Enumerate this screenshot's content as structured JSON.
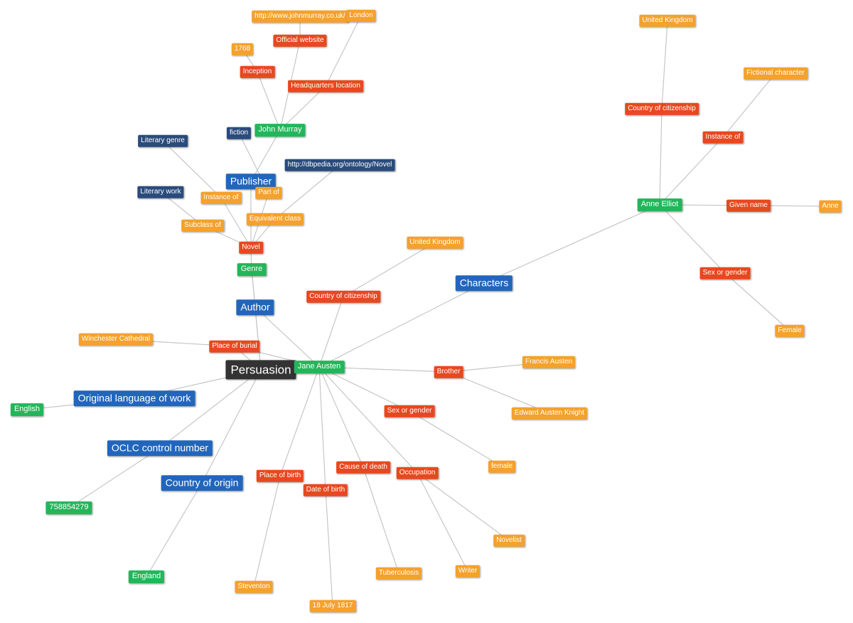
{
  "nodes": [
    {
      "id": "persuasion",
      "label": "Persuasion",
      "kind": "root"
    },
    {
      "id": "author",
      "label": "Author",
      "kind": "blue"
    },
    {
      "id": "publisher",
      "label": "Publisher",
      "kind": "blue"
    },
    {
      "id": "characters",
      "label": "Characters",
      "kind": "blue"
    },
    {
      "id": "orig_lang",
      "label": "Original language of work",
      "kind": "blue"
    },
    {
      "id": "oclc",
      "label": "OCLC control number",
      "kind": "blue"
    },
    {
      "id": "country_origin",
      "label": "Country of origin",
      "kind": "blue"
    },
    {
      "id": "genre",
      "label": "Genre",
      "kind": "green"
    },
    {
      "id": "jane_austen",
      "label": "Jane Austen",
      "kind": "green"
    },
    {
      "id": "john_murray",
      "label": "John Murray",
      "kind": "green"
    },
    {
      "id": "anne_elliot",
      "label": "Anne Elliot",
      "kind": "green"
    },
    {
      "id": "english",
      "label": "English",
      "kind": "green"
    },
    {
      "id": "oclc_num",
      "label": "758854279",
      "kind": "green"
    },
    {
      "id": "england",
      "label": "England",
      "kind": "green"
    },
    {
      "id": "fiction",
      "label": "fiction",
      "kind": "dark"
    },
    {
      "id": "literary_genre",
      "label": "Literary genre",
      "kind": "dark"
    },
    {
      "id": "literary_work",
      "label": "Literary work",
      "kind": "dark"
    },
    {
      "id": "dbpedia_novel",
      "label": "http://dbpedia.org/ontology/Novel",
      "kind": "dark"
    },
    {
      "id": "novel",
      "label": "Novel",
      "kind": "red"
    },
    {
      "id": "official_website",
      "label": "Official website",
      "kind": "red"
    },
    {
      "id": "inception",
      "label": "Inception",
      "kind": "red"
    },
    {
      "id": "hq_location",
      "label": "Headquarters location",
      "kind": "red"
    },
    {
      "id": "coc_anne",
      "label": "Country of citizenship",
      "kind": "red"
    },
    {
      "id": "instance_of_anne",
      "label": "Instance of",
      "kind": "red"
    },
    {
      "id": "given_name",
      "label": "Given name",
      "kind": "red"
    },
    {
      "id": "sex_anne",
      "label": "Sex or gender",
      "kind": "red"
    },
    {
      "id": "coc_jane",
      "label": "Country of citizenship",
      "kind": "red"
    },
    {
      "id": "place_burial",
      "label": "Place of burial",
      "kind": "red"
    },
    {
      "id": "brother",
      "label": "Brother",
      "kind": "red"
    },
    {
      "id": "sex_jane",
      "label": "Sex or gender",
      "kind": "red"
    },
    {
      "id": "place_birth",
      "label": "Place of birth",
      "kind": "red"
    },
    {
      "id": "date_birth",
      "label": "Date of birth",
      "kind": "red"
    },
    {
      "id": "cause_death",
      "label": "Cause of death",
      "kind": "red"
    },
    {
      "id": "occupation",
      "label": "Occupation",
      "kind": "red"
    },
    {
      "id": "jm_url",
      "label": "http://www.johnmurray.co.uk/",
      "kind": "orange"
    },
    {
      "id": "london",
      "label": "London",
      "kind": "orange"
    },
    {
      "id": "y1768",
      "label": "1768",
      "kind": "orange"
    },
    {
      "id": "instance_of_novel",
      "label": "Instance of",
      "kind": "orange"
    },
    {
      "id": "part_of",
      "label": "Part of",
      "kind": "orange"
    },
    {
      "id": "equivalent_class",
      "label": "Equivalent class",
      "kind": "orange"
    },
    {
      "id": "subclass_of",
      "label": "Subclass of",
      "kind": "orange"
    },
    {
      "id": "uk_anne",
      "label": "United Kingdom",
      "kind": "orange"
    },
    {
      "id": "fictional_character",
      "label": "Fictional character",
      "kind": "orange"
    },
    {
      "id": "anne",
      "label": "Anne",
      "kind": "orange"
    },
    {
      "id": "female_anne",
      "label": "Female",
      "kind": "orange"
    },
    {
      "id": "uk_jane",
      "label": "United Kingdom",
      "kind": "orange"
    },
    {
      "id": "winchester",
      "label": "Winchester Cathedral",
      "kind": "orange"
    },
    {
      "id": "francis",
      "label": "Francis Austen",
      "kind": "orange"
    },
    {
      "id": "edward",
      "label": "Edward Austen Knight",
      "kind": "orange"
    },
    {
      "id": "female_jane",
      "label": "female",
      "kind": "orange"
    },
    {
      "id": "novelist",
      "label": "Novelist",
      "kind": "orange"
    },
    {
      "id": "writer",
      "label": "Writer",
      "kind": "orange"
    },
    {
      "id": "tuberculosis",
      "label": "Tuberculosis",
      "kind": "orange"
    },
    {
      "id": "steventon",
      "label": "Steventon",
      "kind": "orange"
    },
    {
      "id": "d18july1817",
      "label": "18 July 1817",
      "kind": "orange"
    }
  ],
  "edges": [
    [
      "persuasion",
      "author"
    ],
    [
      "persuasion",
      "jane_austen"
    ],
    [
      "persuasion",
      "genre"
    ],
    [
      "persuasion",
      "orig_lang"
    ],
    [
      "persuasion",
      "oclc"
    ],
    [
      "persuasion",
      "country_origin"
    ],
    [
      "persuasion",
      "place_burial"
    ],
    [
      "author",
      "jane_austen"
    ],
    [
      "author",
      "genre"
    ],
    [
      "genre",
      "novel"
    ],
    [
      "publisher",
      "novel"
    ],
    [
      "publisher",
      "john_murray"
    ],
    [
      "john_murray",
      "official_website"
    ],
    [
      "official_website",
      "jm_url"
    ],
    [
      "john_murray",
      "inception"
    ],
    [
      "inception",
      "y1768"
    ],
    [
      "john_murray",
      "hq_location"
    ],
    [
      "hq_location",
      "london"
    ],
    [
      "fiction",
      "part_of"
    ],
    [
      "part_of",
      "novel"
    ],
    [
      "literary_genre",
      "instance_of_novel"
    ],
    [
      "instance_of_novel",
      "novel"
    ],
    [
      "literary_work",
      "subclass_of"
    ],
    [
      "subclass_of",
      "novel"
    ],
    [
      "dbpedia_novel",
      "equivalent_class"
    ],
    [
      "equivalent_class",
      "novel"
    ],
    [
      "jane_austen",
      "characters"
    ],
    [
      "characters",
      "anne_elliot"
    ],
    [
      "anne_elliot",
      "coc_anne"
    ],
    [
      "coc_anne",
      "uk_anne"
    ],
    [
      "anne_elliot",
      "instance_of_anne"
    ],
    [
      "instance_of_anne",
      "fictional_character"
    ],
    [
      "anne_elliot",
      "given_name"
    ],
    [
      "given_name",
      "anne"
    ],
    [
      "anne_elliot",
      "sex_anne"
    ],
    [
      "sex_anne",
      "female_anne"
    ],
    [
      "jane_austen",
      "coc_jane"
    ],
    [
      "coc_jane",
      "uk_jane"
    ],
    [
      "jane_austen",
      "place_burial"
    ],
    [
      "place_burial",
      "winchester"
    ],
    [
      "jane_austen",
      "brother"
    ],
    [
      "brother",
      "francis"
    ],
    [
      "brother",
      "edward"
    ],
    [
      "jane_austen",
      "sex_jane"
    ],
    [
      "sex_jane",
      "female_jane"
    ],
    [
      "jane_austen",
      "occupation"
    ],
    [
      "occupation",
      "novelist"
    ],
    [
      "occupation",
      "writer"
    ],
    [
      "jane_austen",
      "cause_death"
    ],
    [
      "cause_death",
      "tuberculosis"
    ],
    [
      "jane_austen",
      "place_birth"
    ],
    [
      "place_birth",
      "steventon"
    ],
    [
      "jane_austen",
      "date_birth"
    ],
    [
      "date_birth",
      "d18july1817"
    ],
    [
      "orig_lang",
      "english"
    ],
    [
      "oclc",
      "oclc_num"
    ],
    [
      "country_origin",
      "england"
    ]
  ]
}
